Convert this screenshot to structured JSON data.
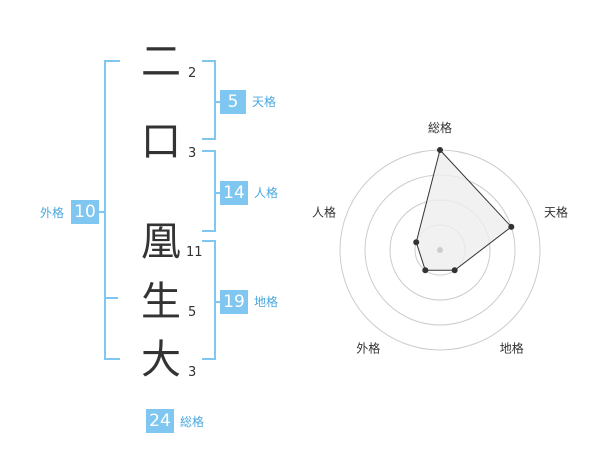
{
  "characters": [
    {
      "char": "二",
      "strokes": "2"
    },
    {
      "char": "口",
      "strokes": "3"
    },
    {
      "char": "凰",
      "strokes": "11"
    },
    {
      "char": "生",
      "strokes": "5"
    },
    {
      "char": "大",
      "strokes": "3"
    }
  ],
  "fortunes": {
    "tenkaku": {
      "value": "5",
      "label": "天格"
    },
    "jinkaku": {
      "value": "14",
      "label": "人格"
    },
    "chikaku": {
      "value": "19",
      "label": "地格"
    },
    "gaikaku": {
      "value": "10",
      "label": "外格"
    },
    "soukaku": {
      "value": "24",
      "label": "総格"
    }
  },
  "radar": {
    "axes": [
      "総格",
      "天格",
      "地格",
      "外格",
      "人格"
    ],
    "levels": 4,
    "scores": [
      4,
      3,
      1,
      1,
      1
    ],
    "colors": {
      "ring": "#cccccc",
      "fill": "#eeeeee",
      "line": "#333333",
      "center": "#cccccc"
    }
  }
}
